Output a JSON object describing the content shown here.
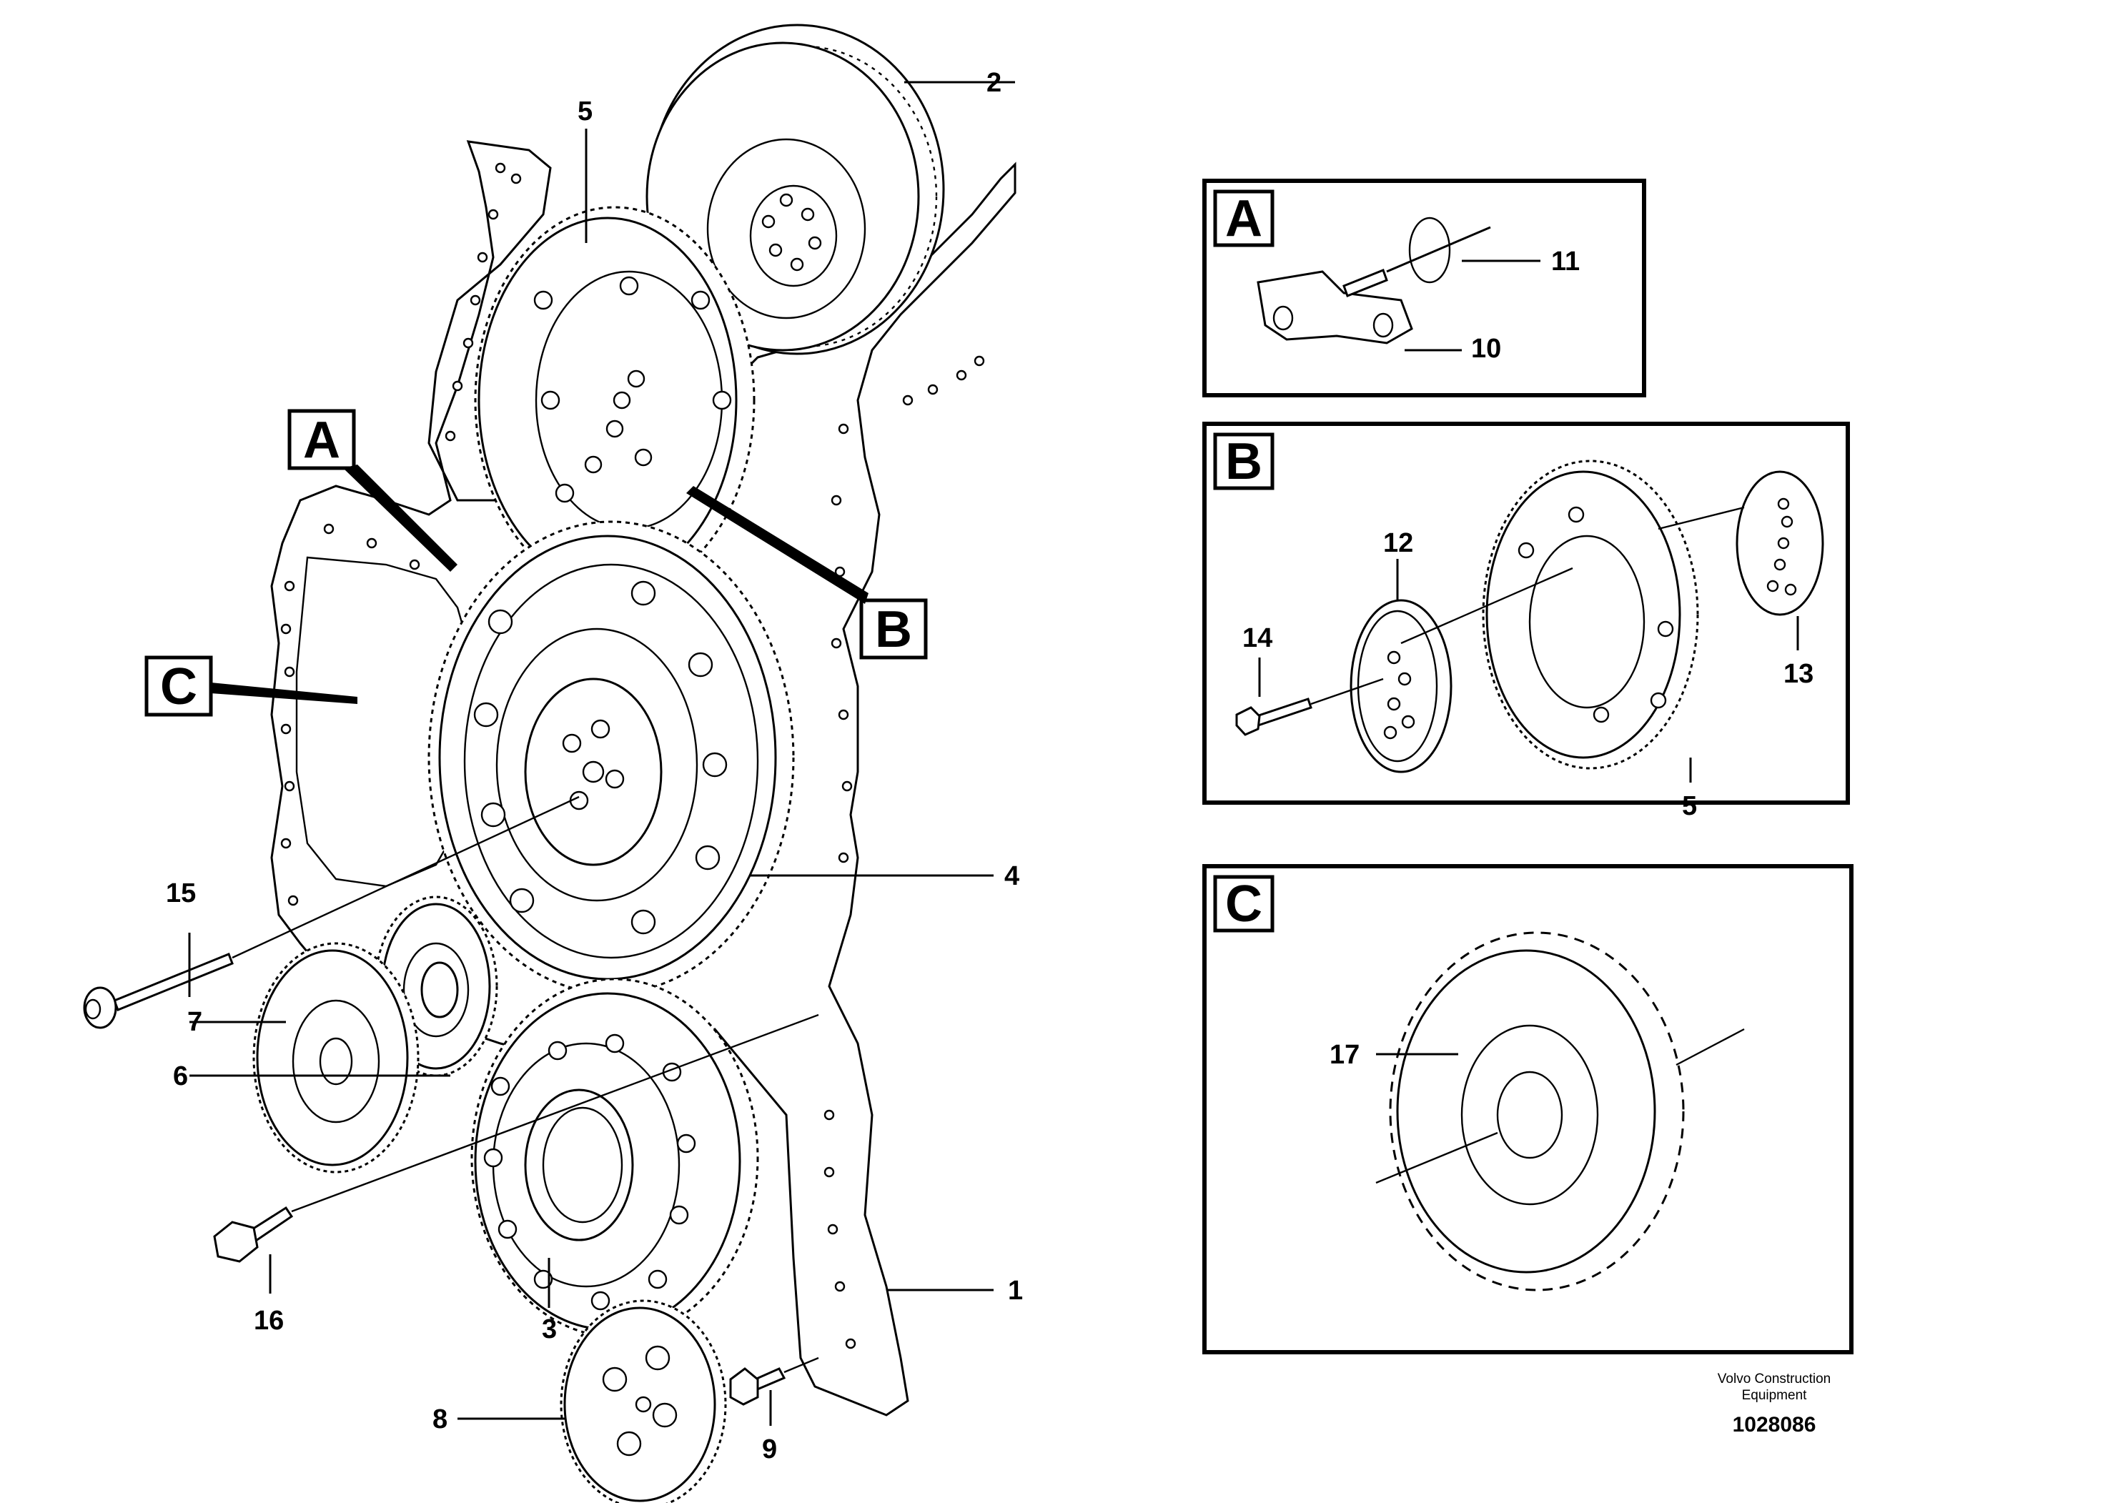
{
  "main_callouts": [
    {
      "id": "callout-1",
      "label": "1"
    },
    {
      "id": "callout-2",
      "label": "2"
    },
    {
      "id": "callout-3",
      "label": "3"
    },
    {
      "id": "callout-4",
      "label": "4"
    },
    {
      "id": "callout-5",
      "label": "5"
    },
    {
      "id": "callout-6",
      "label": "6"
    },
    {
      "id": "callout-7",
      "label": "7"
    },
    {
      "id": "callout-8",
      "label": "8"
    },
    {
      "id": "callout-9",
      "label": "9"
    },
    {
      "id": "callout-15",
      "label": "15"
    },
    {
      "id": "callout-16",
      "label": "16"
    }
  ],
  "detail_markers": {
    "a": "A",
    "b": "B",
    "c": "C"
  },
  "detail_a": {
    "letter": "A",
    "callouts": {
      "c11": "11",
      "c10": "10"
    }
  },
  "detail_b": {
    "letter": "B",
    "callouts": {
      "c12": "12",
      "c14": "14",
      "c13": "13",
      "c5": "5"
    }
  },
  "detail_c": {
    "letter": "C",
    "callouts": {
      "c17": "17"
    }
  },
  "footer": {
    "company_line1": "Volvo Construction",
    "company_line2": "Equipment",
    "doc_number": "1028086"
  }
}
